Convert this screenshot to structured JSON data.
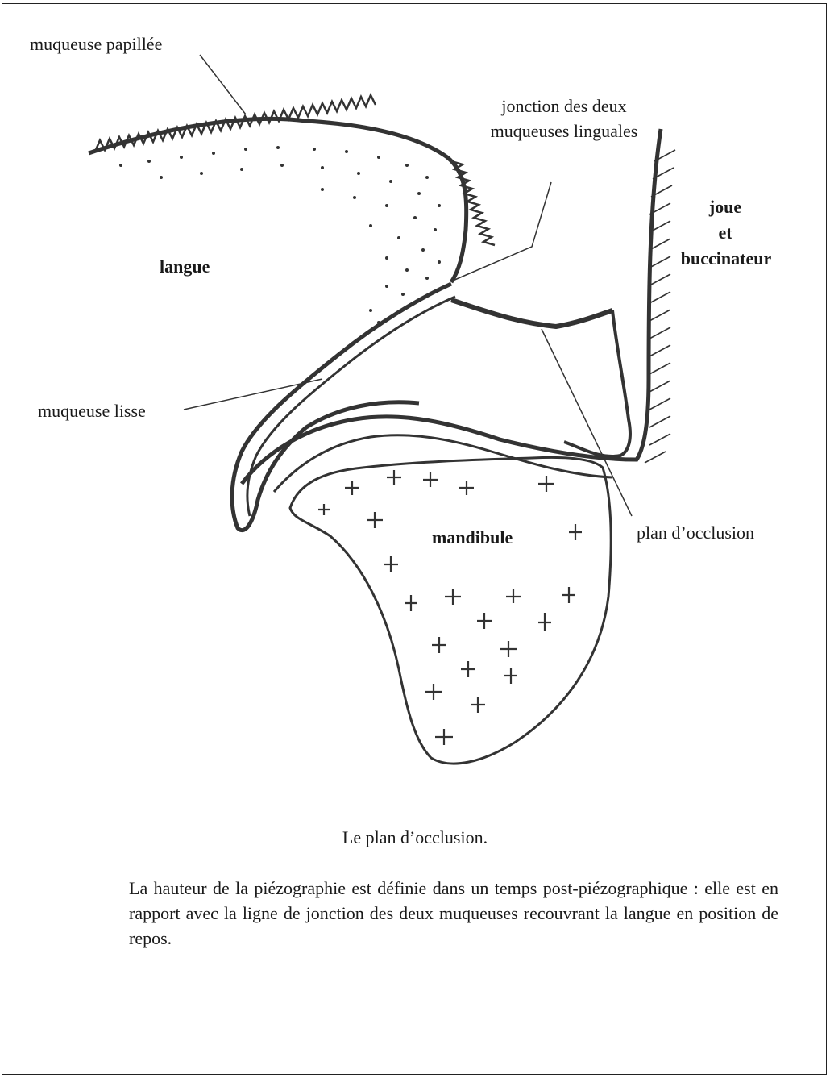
{
  "labels": {
    "muqueuse_papillee": "muqueuse papillée",
    "jonction_line1": "jonction des deux",
    "jonction_line2": "muqueuses linguales",
    "langue": "langue",
    "joue_line1": "joue",
    "joue_line2": "et",
    "joue_line3": "buccinateur",
    "muqueuse_lisse": "muqueuse lisse",
    "mandibule": "mandibule",
    "plan_occlusion": "plan d’occlusion"
  },
  "caption": "Le plan d’occlusion.",
  "paragraph": "La hauteur de la piézographie est définie dans un temps post-piézographique : elle est en rapport avec la ligne de jonction des deux muqueuses recouvrant la langue en position de repos."
}
